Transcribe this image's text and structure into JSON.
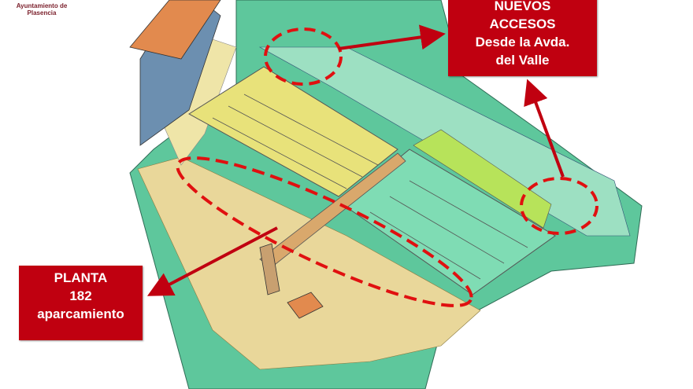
{
  "logo": {
    "line1": "Ayuntamiento de",
    "line2": "Plasencia"
  },
  "callout_accesos": {
    "lines": [
      "NUEVOS",
      "ACCESOS",
      "Desde la Avda.",
      "del Valle"
    ]
  },
  "callout_planta": {
    "lines": [
      "PLANTA",
      "182",
      "aparcamiento"
    ]
  },
  "colors": {
    "callout": "#c00010",
    "ground": "#5ec79c",
    "deck_yellow": "#e8e27a",
    "deck_teal": "#7fdcb4",
    "sand": "#e9d79a",
    "dash": "#e01010"
  }
}
